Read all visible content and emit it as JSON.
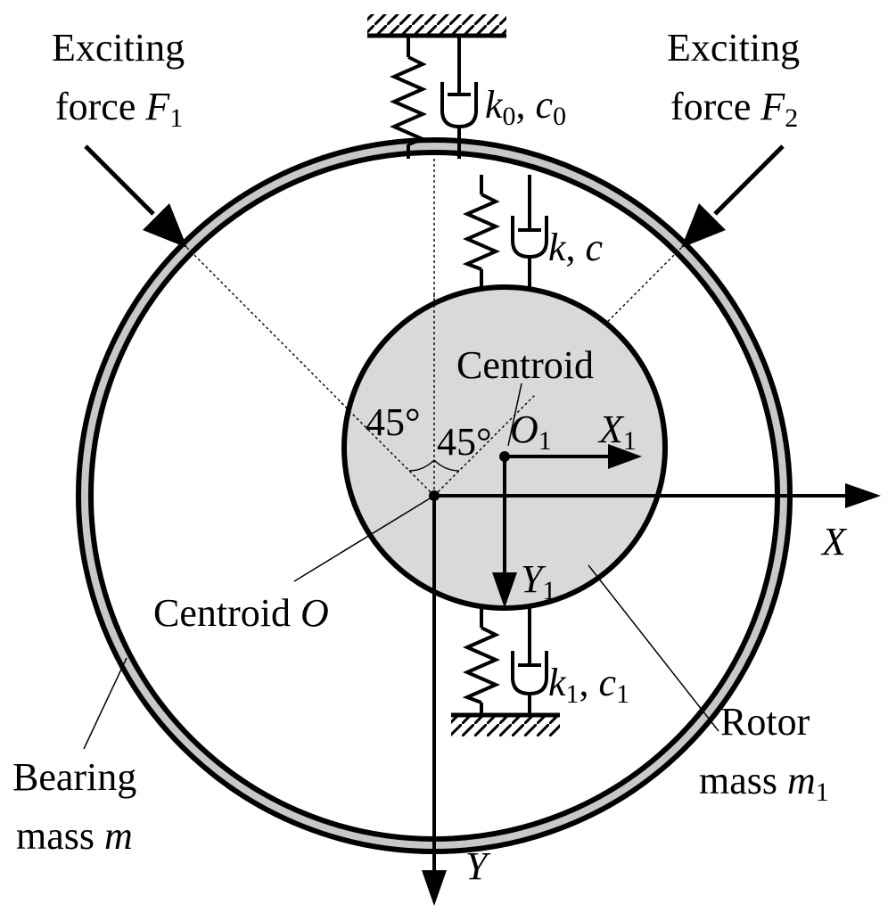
{
  "labels": {
    "force1_line1": "Exciting",
    "force1_line2": "force ",
    "force1_symbol": "F",
    "force1_sub": "1",
    "force2_line1": "Exciting",
    "force2_line2": "force ",
    "force2_symbol": "F",
    "force2_sub": "2",
    "top_spring_k": "k",
    "top_spring_k_sub": "0",
    "top_spring_sep": ", ",
    "top_spring_c": "c",
    "top_spring_c_sub": "0",
    "mid_spring_k": "k",
    "mid_spring_sep": ", ",
    "mid_spring_c": "c",
    "bottom_spring_k": "k",
    "bottom_spring_k_sub": "1",
    "bottom_spring_sep": ",  ",
    "bottom_spring_c": "c",
    "bottom_spring_c_sub": "1",
    "centroid_upper": "Centroid",
    "o1_symbol": "O",
    "o1_sub": "1",
    "x1_symbol": "X",
    "x1_sub": "1",
    "y1_symbol": "Y",
    "y1_sub": "1",
    "angle_left": "45°",
    "angle_right": "45°",
    "x_axis": "X",
    "y_axis": "Y",
    "centroid_o_text": "Centroid ",
    "centroid_o_symbol": "O",
    "bearing_line1": "Bearing",
    "bearing_line2": "mass ",
    "bearing_symbol": "m",
    "rotor_line1": "Rotor",
    "rotor_line2": "mass ",
    "rotor_symbol": "m",
    "rotor_sub": "1"
  },
  "colors": {
    "ink": "#000000",
    "bearing_band": "#c8c8c8",
    "rotor_fill": "#d9d9d9",
    "background": "#ffffff"
  }
}
